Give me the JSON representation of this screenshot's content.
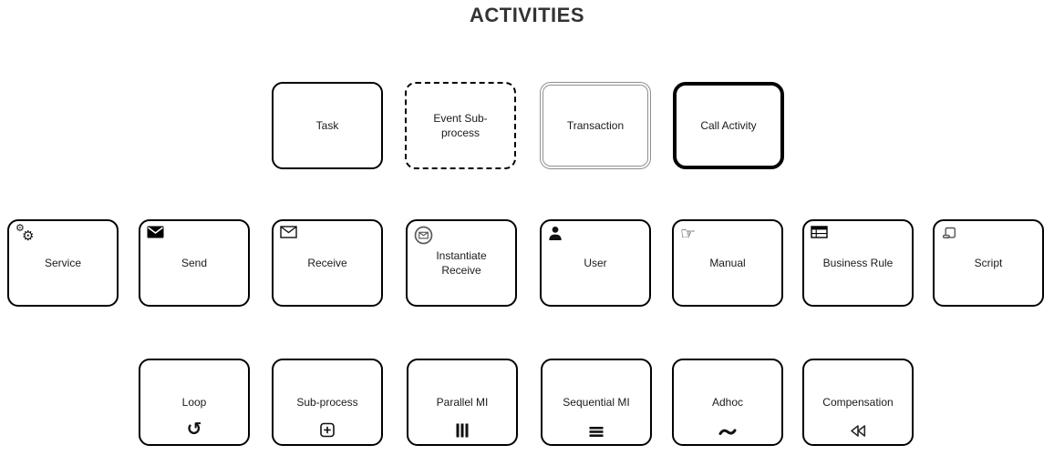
{
  "title": "ACTIVITIES",
  "glyphs": {
    "gear": "⚙",
    "hand_right": "☞",
    "loop_arrow": "↺"
  },
  "colors": {
    "border": "#000000",
    "transaction_border": "#8f8f8f",
    "text": "#1a1a1a",
    "title": "#333333",
    "gray_icon": "#555555"
  },
  "activities": {
    "task": {
      "label": "Task",
      "border": "solid"
    },
    "event_subprocess": {
      "label": "Event Sub-process",
      "border": "dashed"
    },
    "transaction": {
      "label": "Transaction",
      "border": "double"
    },
    "call_activity": {
      "label": "Call Activity",
      "border": "thick"
    },
    "service": {
      "label": "Service",
      "icon": "gears-icon"
    },
    "send": {
      "label": "Send",
      "icon": "envelope-filled-icon"
    },
    "receive": {
      "label": "Receive",
      "icon": "envelope-outline-icon"
    },
    "instantiate_receive": {
      "label": "Instantiate Receive",
      "icon": "envelope-circle-icon"
    },
    "user": {
      "label": "User",
      "icon": "person-icon"
    },
    "manual": {
      "label": "Manual",
      "icon": "hand-icon"
    },
    "business_rule": {
      "label": "Business Rule",
      "icon": "table-icon"
    },
    "script": {
      "label": "Script",
      "icon": "scroll-icon"
    },
    "loop": {
      "label": "Loop",
      "icon": "loop-arrow-icon"
    },
    "subprocess": {
      "label": "Sub-process",
      "icon": "plus-box-icon"
    },
    "parallel_mi": {
      "label": "Parallel MI",
      "icon": "vertical-bars-icon"
    },
    "sequential_mi": {
      "label": "Sequential MI",
      "icon": "horizontal-bars-icon"
    },
    "adhoc": {
      "label": "Adhoc",
      "icon": "tilde-icon"
    },
    "compensation": {
      "label": "Compensation",
      "icon": "rewind-icon"
    }
  }
}
